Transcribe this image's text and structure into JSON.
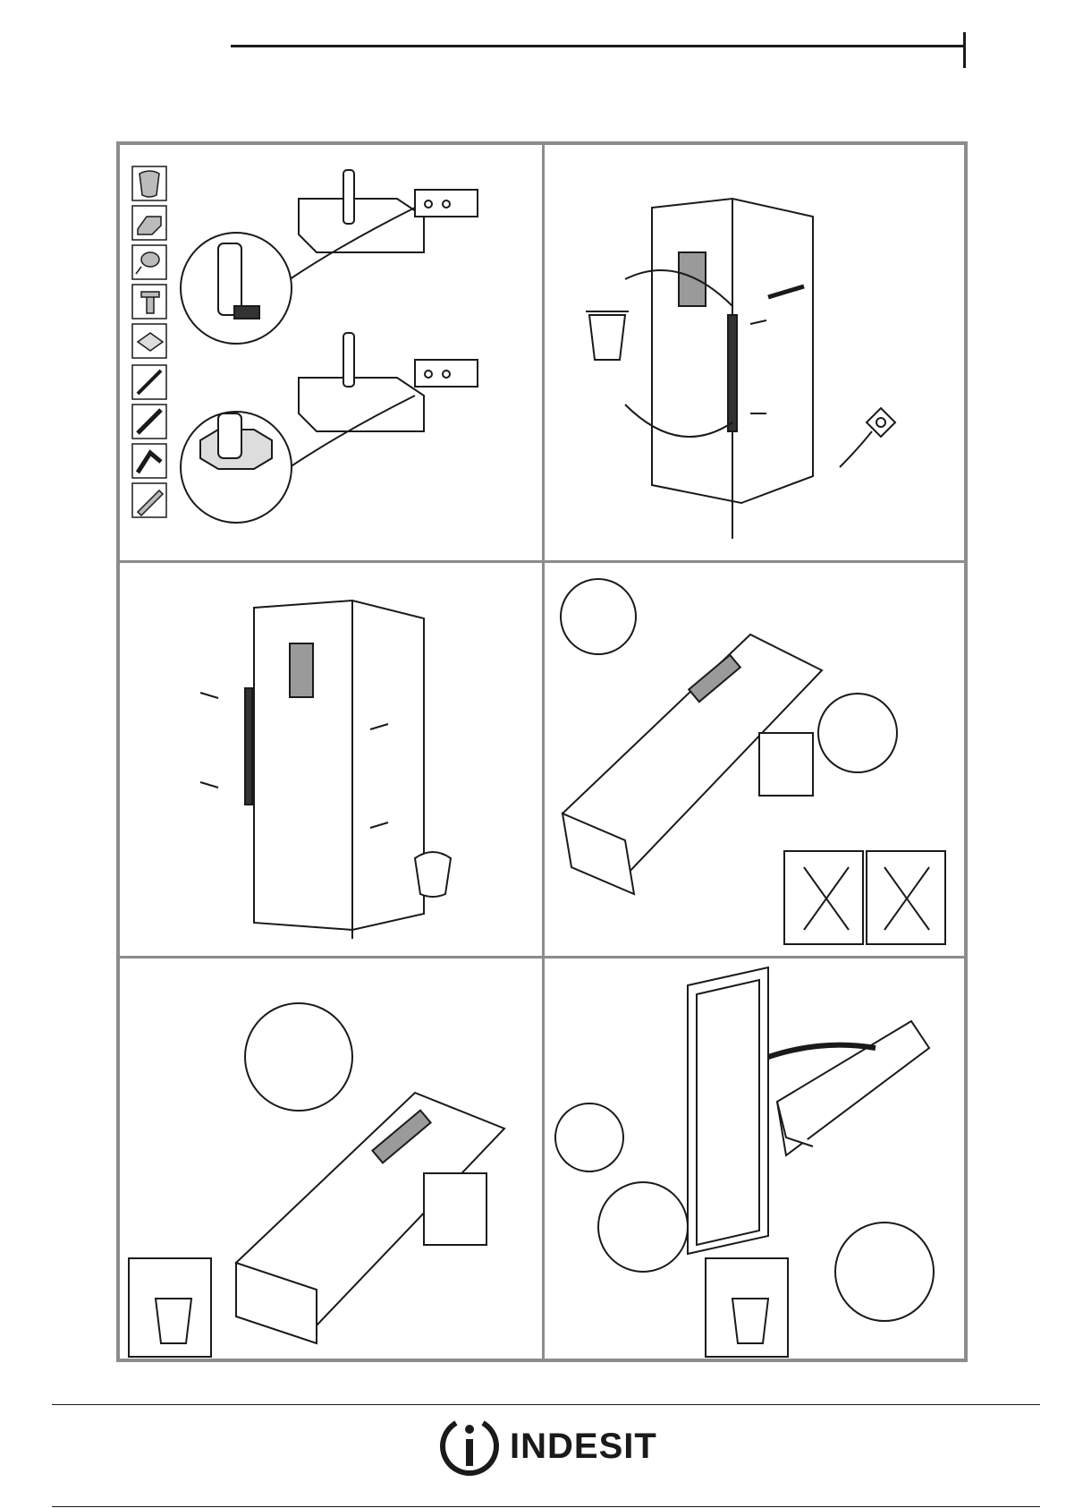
{
  "brand": {
    "name": "INDESIT",
    "logo_icon": "indesit-i-circle-logo"
  },
  "tools_column": {
    "icons": [
      "bag-icon",
      "hinge-cap-icon",
      "screw-cap-icon",
      "plug-rivet-icon",
      "plate-icon",
      "screwdriver-icon",
      "flat-screwdriver-icon",
      "hex-key-icon",
      "putty-knife-icon"
    ]
  },
  "panels": [
    {
      "id": "step-1",
      "subject": "hinge-pin-cap-detail"
    },
    {
      "id": "step-2",
      "subject": "remove-handle-unplug"
    },
    {
      "id": "step-3",
      "subject": "refit-handle-screws"
    },
    {
      "id": "step-4",
      "subject": "lay-appliance-remove-caps"
    },
    {
      "id": "step-5",
      "subject": "remove-bottom-hinge"
    },
    {
      "id": "step-6",
      "subject": "lift-off-door"
    }
  ],
  "colors": {
    "frame": "#8c8c8c",
    "line": "#1a1a1a",
    "fill_grey": "#9a9a9a",
    "panel_bg": "#ffffff"
  }
}
